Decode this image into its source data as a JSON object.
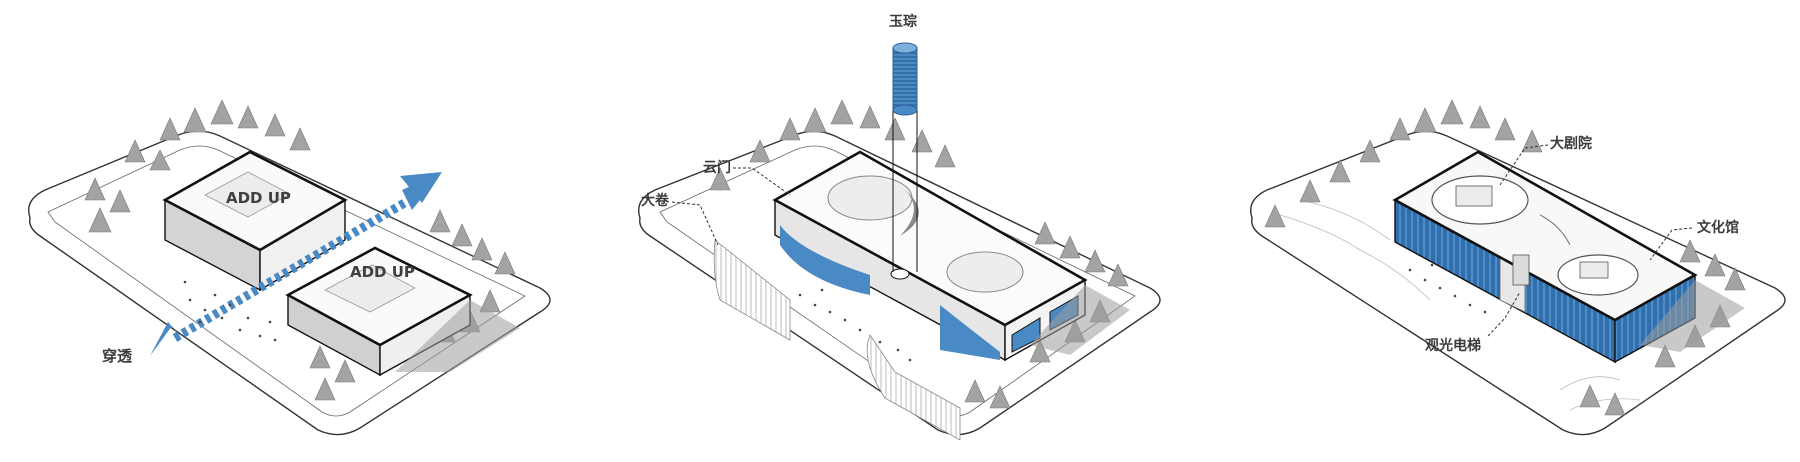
{
  "panel_1": {
    "box_label_back": "ADD UP",
    "box_label_front": "ADD UP",
    "arrow_label": "穿透"
  },
  "panel_2": {
    "tower_label": "玉琮",
    "cloud_gate_label": "云门",
    "big_scroll_label": "大卷"
  },
  "panel_3": {
    "theater_label": "大剧院",
    "culture_hall_label": "文化馆",
    "elevator_label": "观光电梯"
  },
  "colors": {
    "accent_blue": "#4a8ac4",
    "dark_blue": "#2f6fae",
    "outline": "#111111",
    "tree_gray": "#9a9a9a",
    "shadow_gray": "#9d9d9d"
  }
}
